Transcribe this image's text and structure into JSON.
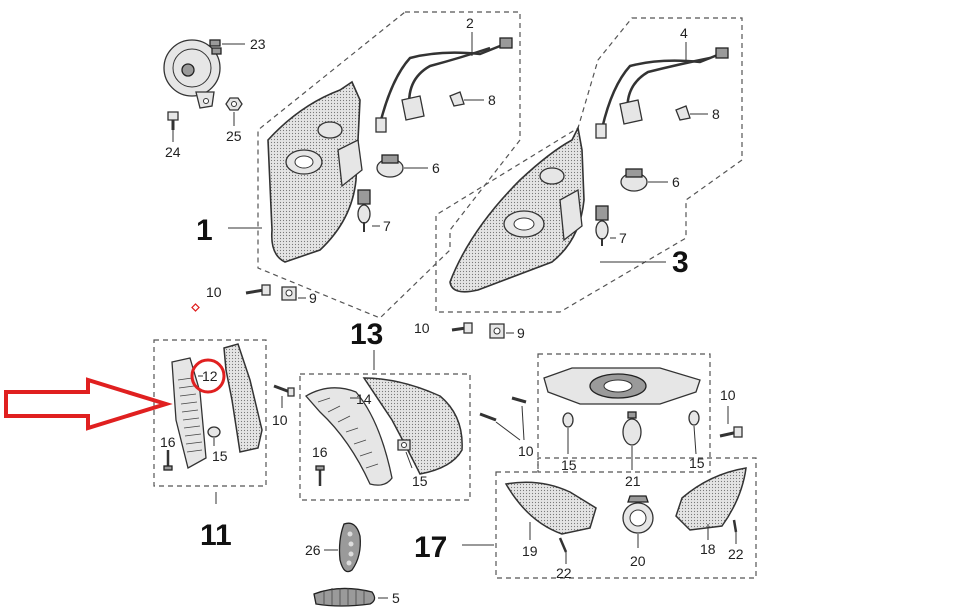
{
  "labels": {
    "l1": "1",
    "l2": "2",
    "l3": "3",
    "l4": "4",
    "l5": "5",
    "l6a": "6",
    "l6b": "6",
    "l7a": "7",
    "l7b": "7",
    "l8a": "8",
    "l8b": "8",
    "l9a": "9",
    "l9b": "9",
    "l10a": "10",
    "l10b": "10",
    "l10c": "10",
    "l10d": "10",
    "l10e": "10",
    "l11": "11",
    "l12": "12",
    "l13": "13",
    "l14": "14",
    "l15a": "15",
    "l15b": "15",
    "l15c": "15",
    "l15d": "15",
    "l16a": "16",
    "l16b": "16",
    "l17": "17",
    "l18": "18",
    "l19": "19",
    "l20": "20",
    "l21": "21",
    "l22a": "22",
    "l22b": "22",
    "l23": "23",
    "l24": "24",
    "l25": "25",
    "l26": "26"
  },
  "colors": {
    "highlight": "#e02020",
    "stroke": "#333333",
    "part_fill": "#cfcfcf"
  }
}
